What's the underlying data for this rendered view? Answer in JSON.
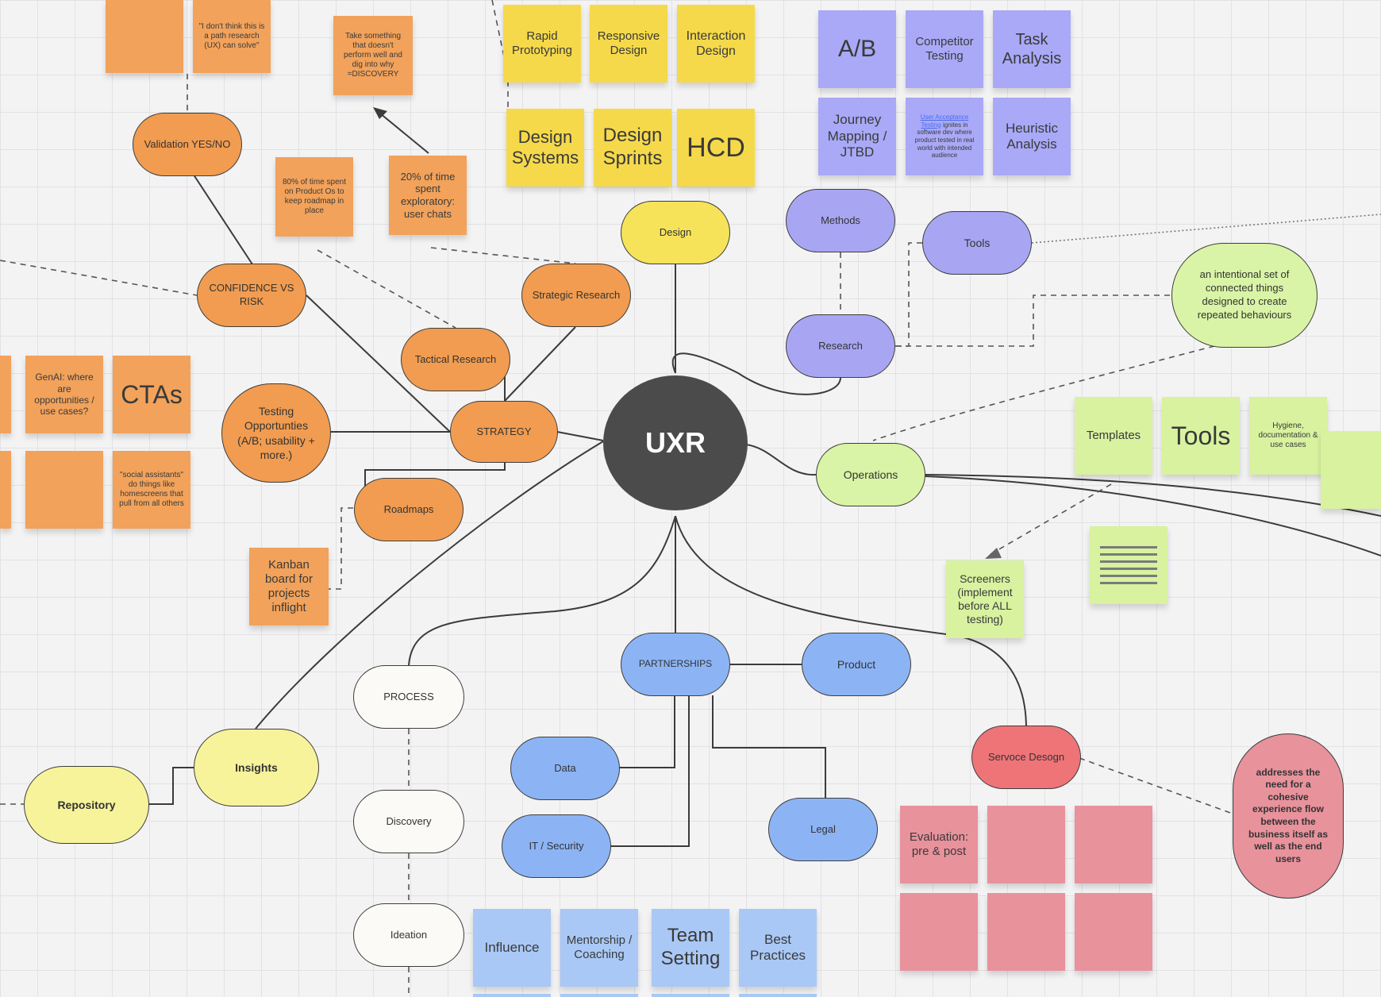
{
  "center": {
    "label": "UXR"
  },
  "hubs": {
    "strategy": "STRATEGY",
    "design": "Design",
    "research": "Research",
    "methods": "Methods",
    "tools": "Tools",
    "operations": "Operations",
    "partnerships": "PARTNERSHIPS",
    "product": "Product",
    "data": "Data",
    "it_security": "IT / Security",
    "legal": "Legal",
    "service_design": "Servoce Desogn",
    "process": "PROCESS",
    "discovery": "Discovery",
    "ideation": "Ideation",
    "insights": "Insights",
    "repository": "Repository",
    "strategic_research": "Strategic Research",
    "tactical_research": "Tactical Research",
    "confidence_vs_risk": "CONFIDENCE VS RISK",
    "validation": "Validation YES/NO",
    "testing_opportunities": "Testing Opportunties (A/B; usability + more.)",
    "roadmaps": "Roadmaps",
    "systems_definition": "an intentional set of connected things designed to create repeated behaviours",
    "service_design_note": "addresses the need for a cohesive experience flow between the business itself as well as the end users"
  },
  "stickies": {
    "quote_path": "\"I don't think this is a path research (UX) can solve\"",
    "take_something": "Take something that doesn't perform well and dig into why =DISCOVERY",
    "eighty_percent": "80% of time spent on Product Os to keep roadmap in place",
    "twenty_percent": "20% of time spent exploratory: user chats",
    "genai": "GenAI: where are opportunities / use cases?",
    "ctas": "CTAs",
    "social_assistants": "\"social assistants\" do things like homescreens that pull from all others",
    "kanban": "Kanban board for projects inflight",
    "rapid_prototyping": "Rapid Prototyping",
    "responsive_design": "Responsive Design",
    "interaction_design": "Interaction Design",
    "design_systems": "Design Systems",
    "design_sprints": "Design Sprints",
    "hcd": "HCD",
    "ab": "A/B",
    "competitor_testing": "Competitor Testing",
    "task_analysis": "Task Analysis",
    "journey_mapping": "Journey Mapping / JTBD",
    "user_acceptance_link": "User Acceptance Testing",
    "user_acceptance_rest": "ignites in software dev where product tested in real world with intended audience",
    "heuristic_analysis": "Heuristic Analysis",
    "templates": "Templates",
    "tools_big": "Tools",
    "hygiene": "Hygiene, documentation & use cases",
    "screeners": "Screeners (implement before ALL testing)",
    "evaluation": "Evaluation: pre & post",
    "influence": "Influence",
    "mentorship": "Mentorship / Coaching",
    "team_setting": "Team Setting",
    "best_practices": "Best Practices"
  },
  "colors": {
    "background": "#f3f3f4",
    "strategy_orange": "#f19c50",
    "design_yellow": "#f5d94a",
    "research_purple": "#a8a6f3",
    "partnerships_blue": "#8cb4f5",
    "operations_green": "#d9f4a6",
    "service_red": "#ee7478",
    "process_white": "#fbfaf6",
    "insights_yellow": "#f6f39a",
    "center_dark": "#4b4b4b"
  }
}
